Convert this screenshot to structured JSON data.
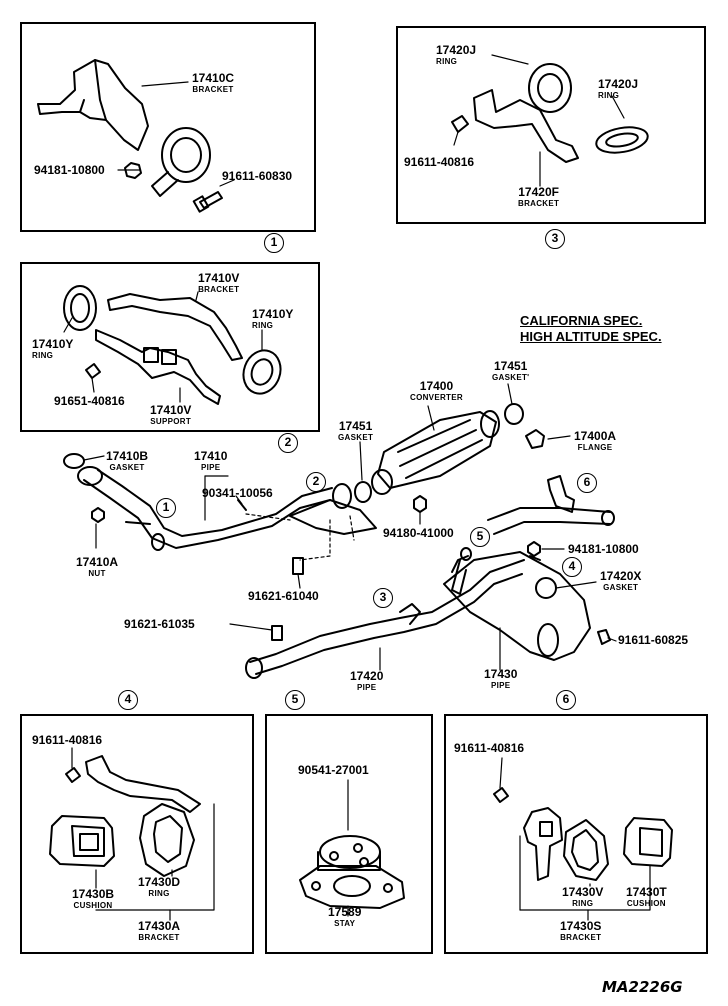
{
  "spec": {
    "line1": "CALIFORNIA SPEC.",
    "line2": "HIGH ALTITUDE SPEC."
  },
  "callouts": {
    "c1": "1",
    "c2": "2",
    "c3": "3",
    "c4": "4",
    "c5": "5",
    "c6": "6"
  },
  "parts": {
    "p17410C": {
      "num": "17410C",
      "name": "BRACKET"
    },
    "p94181_10800_a": {
      "num": "94181-10800"
    },
    "p91611_60830": {
      "num": "91611-60830"
    },
    "p17420J_a": {
      "num": "17420J",
      "name": "RING"
    },
    "p17420J_b": {
      "num": "17420J",
      "name": "RING"
    },
    "p91611_40816_a": {
      "num": "91611-40816"
    },
    "p17420F": {
      "num": "17420F",
      "name": "BRACKET"
    },
    "p17410V_br": {
      "num": "17410V",
      "name": "BRACKET"
    },
    "p17410Y_a": {
      "num": "17410Y",
      "name": "RING"
    },
    "p17410Y_b": {
      "num": "17410Y",
      "name": "RING"
    },
    "p91651_40816": {
      "num": "91651-40816"
    },
    "p17410V_sup": {
      "num": "17410V",
      "name": "SUPPORT"
    },
    "p17451_a": {
      "num": "17451",
      "name": "GASKET'"
    },
    "p17400": {
      "num": "17400",
      "name": "CONVERTER"
    },
    "p17451_b": {
      "num": "17451",
      "name": "GASKET"
    },
    "p17400A": {
      "num": "17400A",
      "name": "FLANGE"
    },
    "p17410B": {
      "num": "17410B",
      "name": "GASKET"
    },
    "p17410": {
      "num": "17410",
      "name": "PIPE"
    },
    "p90341_10056": {
      "num": "90341-10056"
    },
    "p94180_41000": {
      "num": "94180-41000"
    },
    "p17410A": {
      "num": "17410A",
      "name": "NUT"
    },
    "p94181_10800_b": {
      "num": "94181-10800"
    },
    "p17420X": {
      "num": "17420X",
      "name": "GASKET"
    },
    "p91621_61040": {
      "num": "91621-61040"
    },
    "p91621_61035": {
      "num": "91621-61035"
    },
    "p91611_60825": {
      "num": "91611-60825"
    },
    "p17420": {
      "num": "17420",
      "name": "PIPE"
    },
    "p17430": {
      "num": "17430",
      "name": "PIPE"
    },
    "p91611_40816_b": {
      "num": "91611-40816"
    },
    "p17430B": {
      "num": "17430B",
      "name": "CUSHION"
    },
    "p17430D": {
      "num": "17430D",
      "name": "RING"
    },
    "p17430A": {
      "num": "17430A",
      "name": "BRACKET"
    },
    "p90541_27001": {
      "num": "90541-27001"
    },
    "p17589": {
      "num": "17589",
      "name": "STAY"
    },
    "p91611_40816_c": {
      "num": "91611-40816"
    },
    "p17430V": {
      "num": "17430V",
      "name": "RING"
    },
    "p17430T": {
      "num": "17430T",
      "name": "CUSHION"
    },
    "p17430S": {
      "num": "17430S",
      "name": "BRACKET"
    }
  },
  "drawing_code": "MA2226G"
}
